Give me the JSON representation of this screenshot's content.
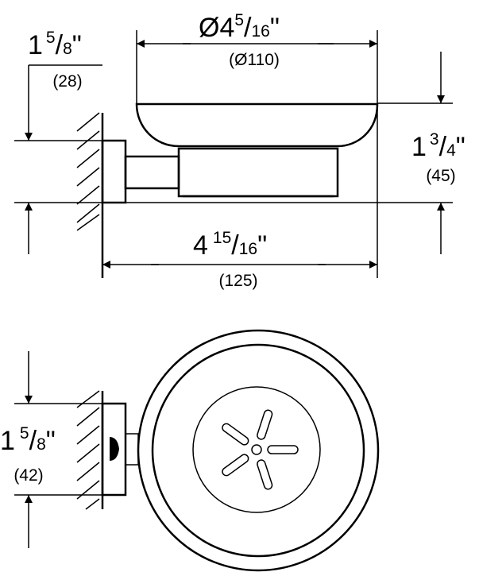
{
  "side_view": {
    "diameter": {
      "whole": "Ø4",
      "num": "5",
      "den": "16",
      "unit": "\"",
      "mm": "(Ø110)"
    },
    "projection": {
      "whole": "1",
      "num": "5",
      "den": "8",
      "unit": "\"",
      "mm": "(28)"
    },
    "height": {
      "whole": "1",
      "num": "3",
      "den": "4",
      "unit": "\"",
      "mm": "(45)"
    },
    "depth": {
      "whole": "4",
      "num": "15",
      "den": "16",
      "unit": "\"",
      "mm": "(125)"
    }
  },
  "top_view": {
    "flange": {
      "whole": "1",
      "num": "5",
      "den": "8",
      "unit": "\"",
      "mm": "(42)"
    }
  }
}
